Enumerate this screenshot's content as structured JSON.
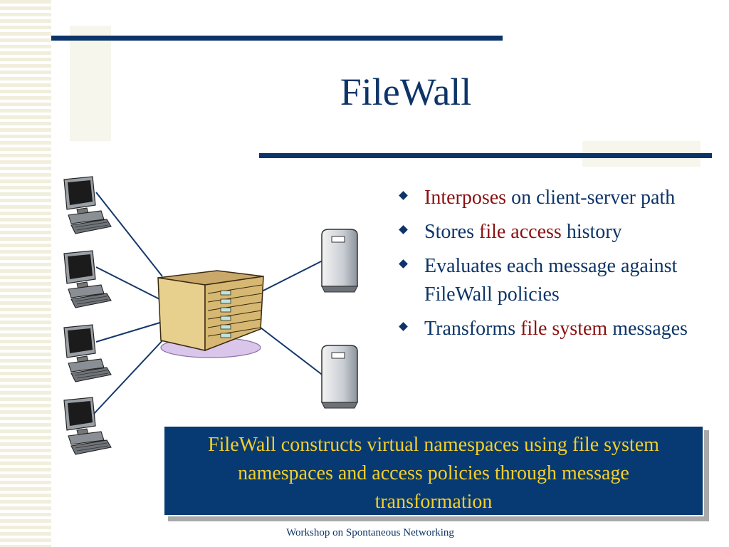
{
  "slide": {
    "title": "FileWall",
    "bullets": [
      {
        "parts": [
          {
            "text": "Interposes",
            "hl": true
          },
          {
            "text": " on client-server path",
            "hl": false
          }
        ]
      },
      {
        "parts": [
          {
            "text": "Stores ",
            "hl": false
          },
          {
            "text": "file access",
            "hl": true
          },
          {
            "text": " history",
            "hl": false
          }
        ]
      },
      {
        "parts": [
          {
            "text": "Evaluates each message against FileWall policies",
            "hl": false
          }
        ]
      },
      {
        "parts": [
          {
            "text": "Transforms ",
            "hl": false
          },
          {
            "text": "file system",
            "hl": true
          },
          {
            "text": " messages",
            "hl": false
          }
        ]
      }
    ],
    "callout": "FileWall constructs virtual namespaces using file system namespaces and access policies through message transformation",
    "footer": "Workshop on Spontaneous Networking"
  },
  "diagram": {
    "clients": [
      {
        "icon": "desktop-computer-icon"
      },
      {
        "icon": "desktop-computer-icon"
      },
      {
        "icon": "desktop-computer-icon"
      },
      {
        "icon": "desktop-computer-icon"
      }
    ],
    "middlebox": {
      "icon": "file-cabinet-icon"
    },
    "servers": [
      {
        "icon": "server-tower-icon"
      },
      {
        "icon": "server-tower-icon"
      }
    ]
  },
  "colors": {
    "title": "#0d3468",
    "rule": "#0d3468",
    "highlight": "#8b1010",
    "callout_bg": "#073a72",
    "callout_text": "#f4cf2a"
  }
}
